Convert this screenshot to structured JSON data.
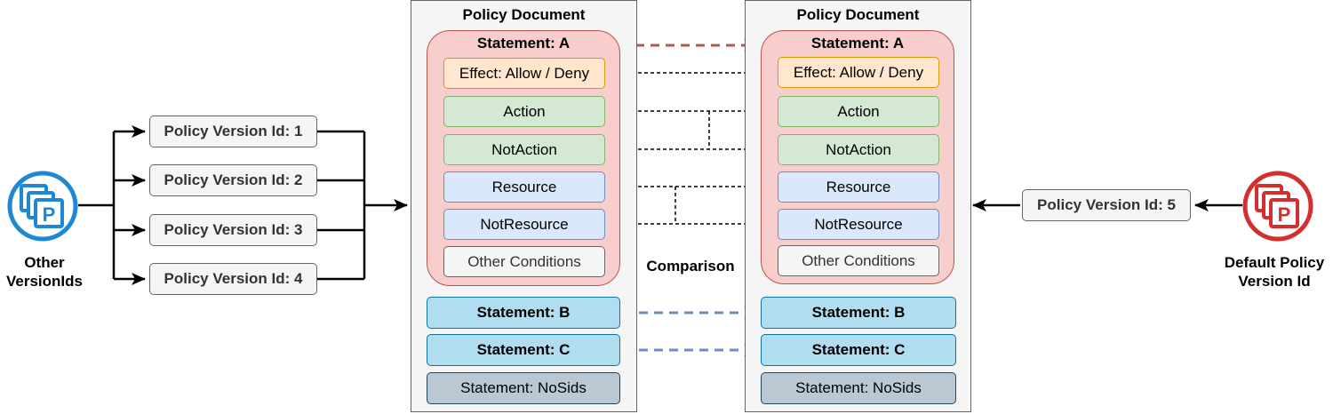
{
  "colors": {
    "other_icon": "#1e88d6",
    "default_icon": "#d32f2f",
    "statement_a_arrow": "#b85450",
    "statement_bc_arrow": "#6c8ebf"
  },
  "icons": {
    "other": "policy-icon",
    "default": "policy-icon"
  },
  "left": {
    "label_line1": "Other",
    "label_line2": "VersionIds",
    "versions": [
      "Policy Version Id: 1",
      "Policy Version Id: 2",
      "Policy Version Id: 3",
      "Policy Version Id: 4"
    ]
  },
  "right": {
    "label_line1": "Default Policy",
    "label_line2": "Version Id",
    "version": "Policy Version Id: 5"
  },
  "comparison_label": "Comparison",
  "documents": [
    {
      "title": "Policy Document",
      "statement_a": {
        "title": "Statement: A",
        "effect": "Effect: Allow / Deny",
        "action": "Action",
        "not_action": "NotAction",
        "resource": "Resource",
        "not_resource": "NotResource",
        "other_conditions": "Other Conditions"
      },
      "statement_b": "Statement: B",
      "statement_c": "Statement: C",
      "statement_nosids": "Statement: NoSids"
    },
    {
      "title": "Policy Document",
      "statement_a": {
        "title": "Statement: A",
        "effect": "Effect: Allow / Deny",
        "action": "Action",
        "not_action": "NotAction",
        "resource": "Resource",
        "not_resource": "NotResource",
        "other_conditions": "Other Conditions"
      },
      "statement_b": "Statement: B",
      "statement_c": "Statement: C",
      "statement_nosids": "Statement: NoSids"
    }
  ]
}
